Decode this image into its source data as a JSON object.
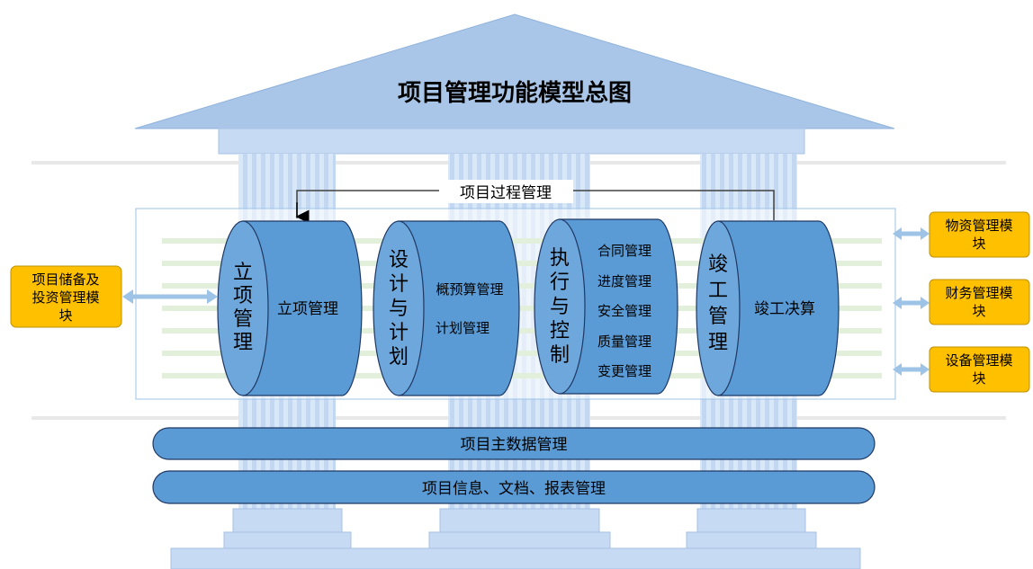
{
  "title": "项目管理功能模型总图",
  "process_label": "项目过程管理",
  "left_module": [
    "项目储备及",
    "投资管理模",
    "块"
  ],
  "right_modules": [
    [
      "物资管理模",
      "块"
    ],
    [
      "财务管理模",
      "块"
    ],
    [
      "设备管理模",
      "块"
    ]
  ],
  "cylinders": [
    {
      "side": [
        "立",
        "项",
        "管",
        "理"
      ],
      "items": [
        "立项管理"
      ]
    },
    {
      "side": [
        "设",
        "计",
        "与",
        "计",
        "划"
      ],
      "items": [
        "概预算管理",
        "计划管理"
      ]
    },
    {
      "side": [
        "执",
        "行",
        "与",
        "控",
        "制"
      ],
      "items": [
        "合同管理",
        "进度管理",
        "安全管理",
        "质量管理",
        "变更管理"
      ]
    },
    {
      "side": [
        "竣",
        "工",
        "管",
        "理"
      ],
      "items": [
        "竣工决算"
      ]
    }
  ],
  "bars": [
    "项目主数据管理",
    "项目信息、文档、报表管理"
  ],
  "colors": {
    "roof": "#a9c6e8",
    "pillar": "#c9ddf4",
    "cylinder": "#5b9bd5",
    "cylinder_cap": "#6ea7db",
    "bar": "#5b9bd5",
    "module": "#ffc000",
    "arrow": "#9dc3e6",
    "stripe": "#e2efda"
  }
}
